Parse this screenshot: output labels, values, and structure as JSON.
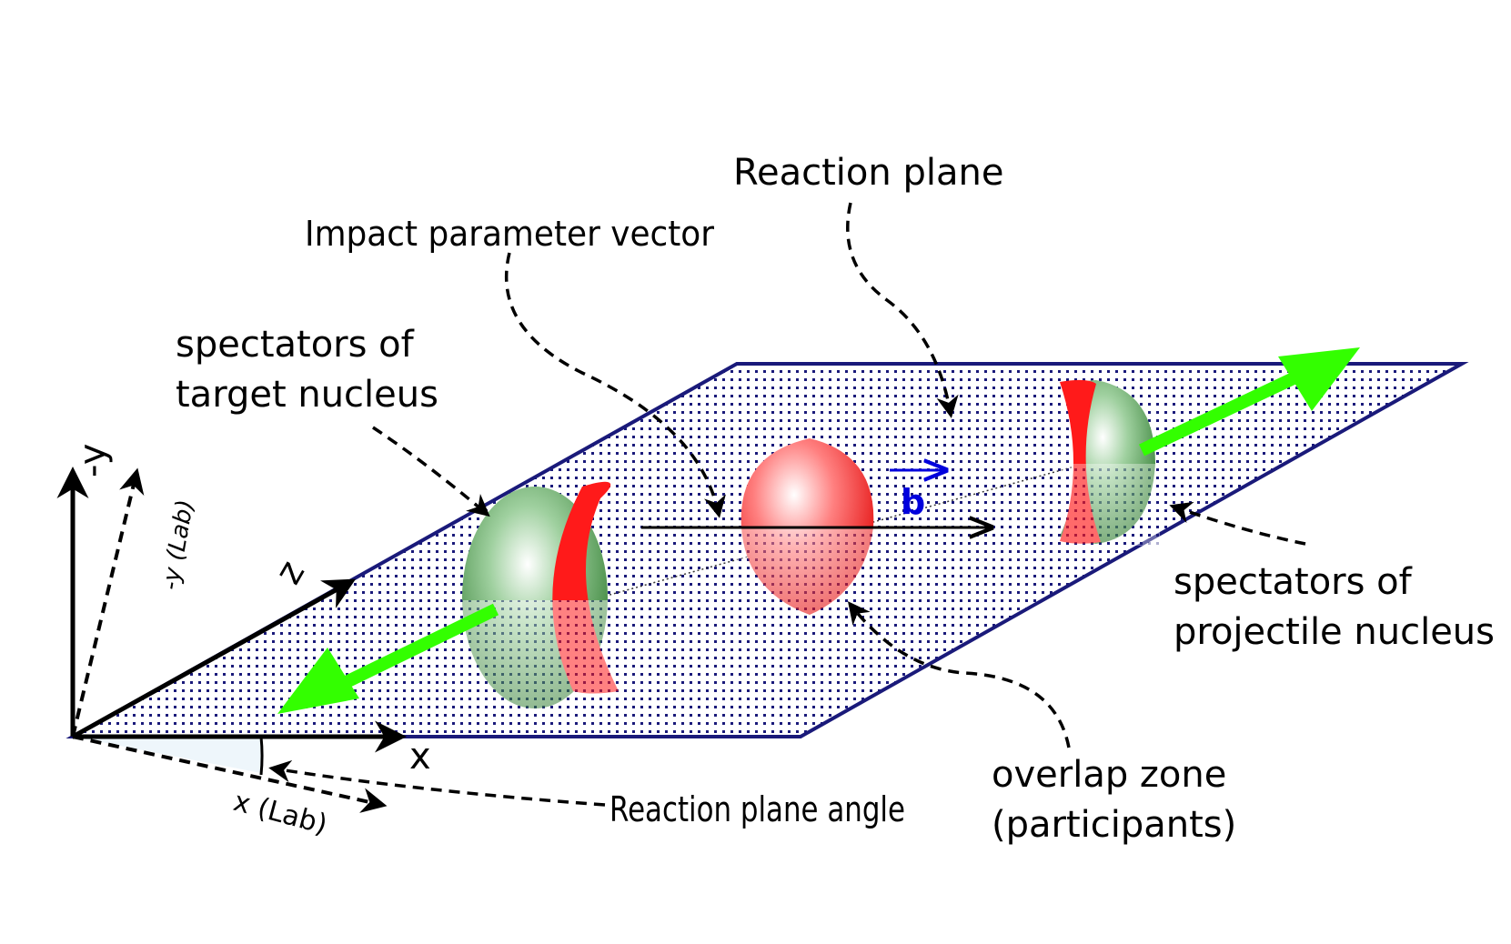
{
  "labels": {
    "reaction_plane": "Reaction plane",
    "impact_parameter_vector": "Impact parameter vector",
    "spectators_target_line1": "spectators of",
    "spectators_target_line2": "target nucleus",
    "spectators_projectile_line1": "spectators of",
    "spectators_projectile_line2": "projectile nucleus",
    "overlap_zone_line1": "overlap zone",
    "overlap_zone_line2": "(participants)",
    "reaction_plane_angle": "Reaction plane angle",
    "b_vector": "b"
  },
  "axes": {
    "neg_y": "-y",
    "neg_y_lab": "-y (Lab)",
    "x": "x",
    "x_lab": "x (Lab)",
    "z": "z"
  },
  "colors": {
    "plane_fill": "#ffffff",
    "plane_dots": "#1a1a7a",
    "plane_edge": "#1a1a7a",
    "nucleus_red": "#ff1a1a",
    "nucleus_green": "#1f7a1f",
    "beam_arrow": "#33ff00",
    "b_vector": "#0000dd"
  }
}
